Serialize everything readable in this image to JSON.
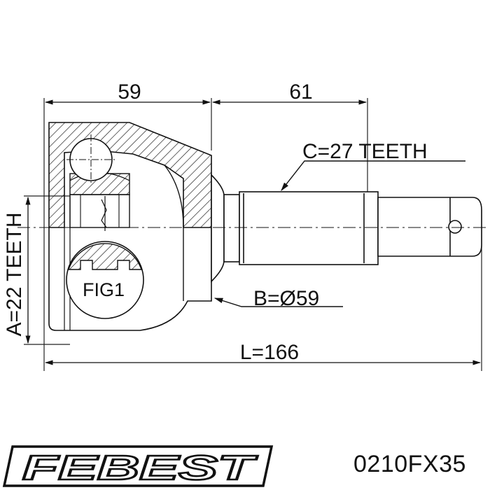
{
  "drawing": {
    "dim_width_left": "59",
    "dim_width_right": "61",
    "spline_c": "C=27 TEETH",
    "diameter_b": "B=Ø59",
    "length_l": "L=166",
    "spline_a": "A=22 TEETH",
    "fig_label": "FIG1"
  },
  "brand": {
    "name": "FEBEST",
    "part_number": "0210FX35"
  }
}
